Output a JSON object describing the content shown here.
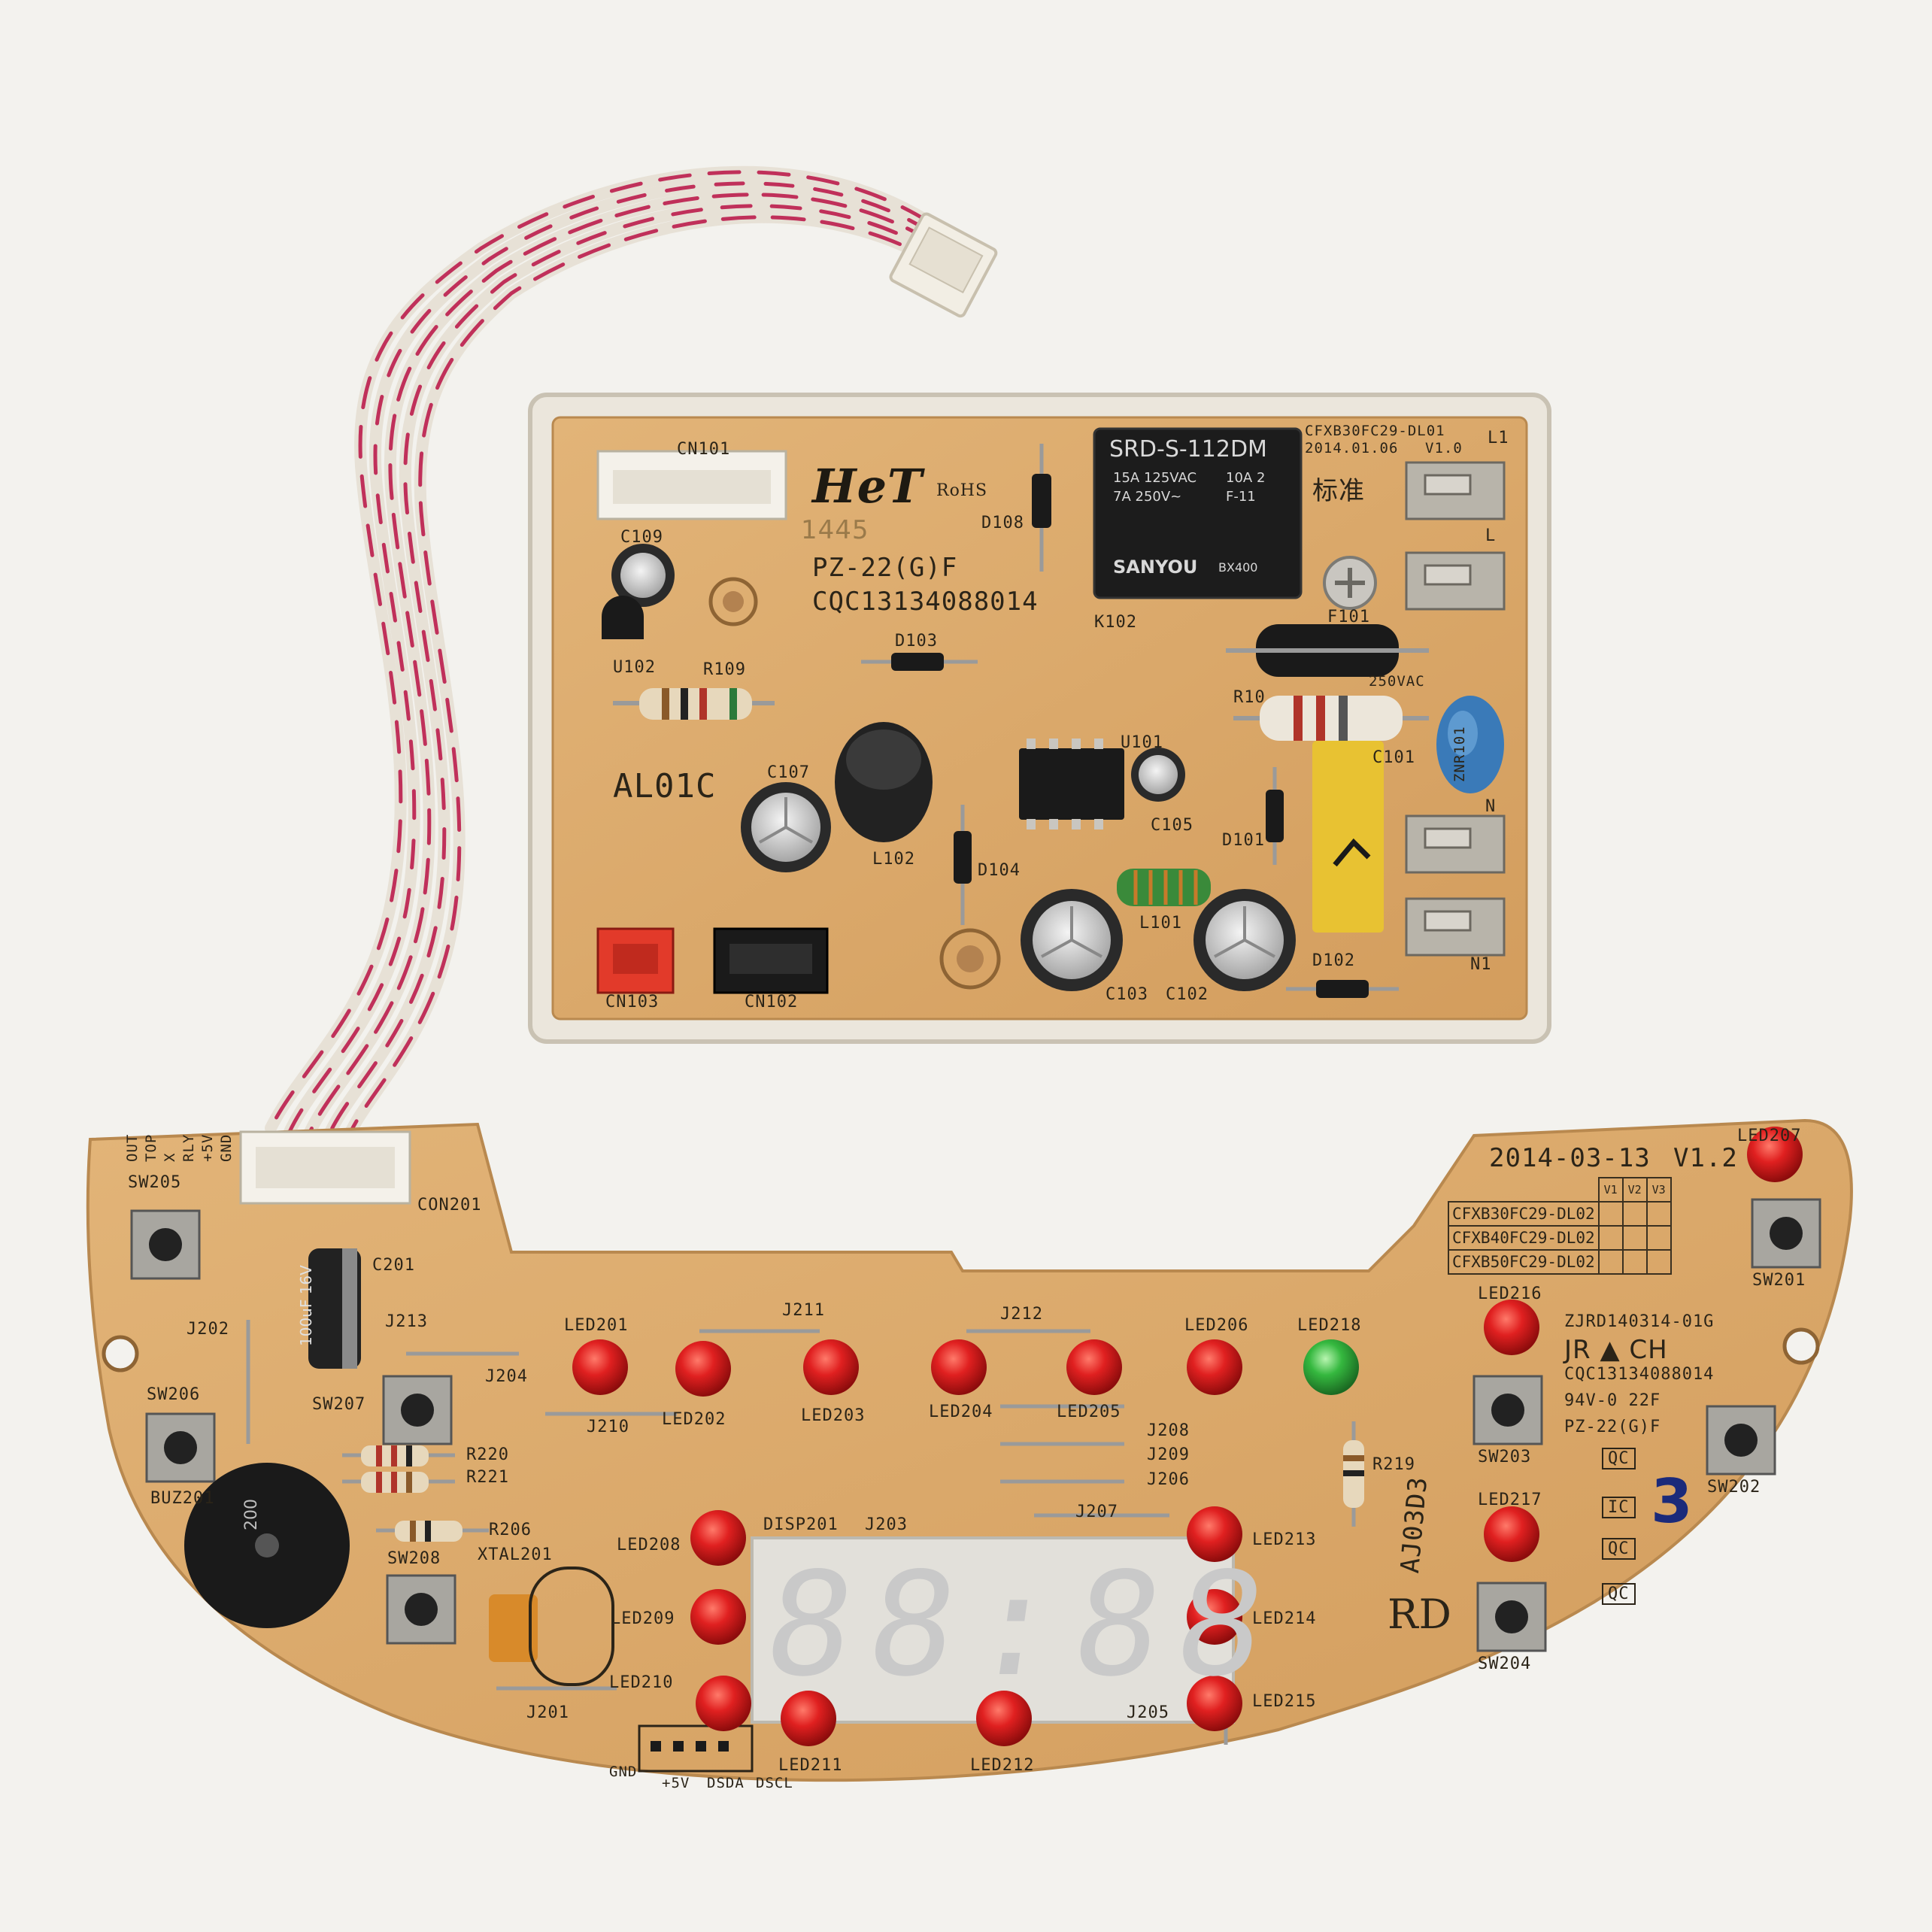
{
  "power_board": {
    "brand": "HeT",
    "rohs": "RoHS",
    "handwritten": "1445",
    "model": "PZ-22(G)F",
    "cert": "CQC13134088014",
    "batch": "AL01C",
    "standard": "标准",
    "relay": {
      "model": "SRD-S-112DM",
      "line1": "15A 125VAC",
      "line2": "7A 250V~",
      "line3": "10A 2",
      "line4": "F-11",
      "brand": "SANYOU",
      "code": "BX400"
    },
    "version": {
      "code": "CFXB30FC29-DL01",
      "date": "2014.01.06",
      "rev": "V1.0"
    },
    "labels": [
      "CN101",
      "C109",
      "U102",
      "R109",
      "D103",
      "D108",
      "K102",
      "L1",
      "L",
      "F101",
      "R10",
      "250VAC",
      "C101",
      "ZNR101",
      "N",
      "D101",
      "C107",
      "L102",
      "D104",
      "U101",
      "C105",
      "L101",
      "C103",
      "C102",
      "D102",
      "N1",
      "CN103",
      "CN102"
    ]
  },
  "control_board": {
    "date": "2014-03-13",
    "rev": "V1.2",
    "table": {
      "headers": [
        "V1",
        "V2",
        "V3"
      ],
      "rows": [
        "CFXB30FC29-DL02",
        "CFXB40FC29-DL02",
        "CFXB50FC29-DL02"
      ]
    },
    "part_no": "ZJRD140314-01G",
    "jr_line": "JR ▲ CH",
    "cert": "CQC13134088014",
    "rating": "94V-0 22F",
    "model": "PZ-22(G)F",
    "display": "88:88",
    "rd": "RD",
    "aj": "AJ03D3",
    "qc": [
      "QC",
      "IC",
      "QC",
      "QC"
    ],
    "handwritten": "3",
    "cap_label": "100uF 16V",
    "buzzer_label": "200",
    "header_pins": [
      "GND",
      "+5V",
      "DSDA",
      "DSCL"
    ],
    "connector_pins": [
      "OUT",
      "TOP",
      "X",
      "RLY",
      "+5V",
      "GND"
    ],
    "labels": [
      "SW205",
      "CON201",
      "C201",
      "J202",
      "J213",
      "SW206",
      "SW207",
      "J204",
      "J210",
      "LED201",
      "LED202",
      "J211",
      "LED203",
      "J212",
      "LED204",
      "LED205",
      "LED206",
      "LED218",
      "R220",
      "R221",
      "R206",
      "XTAL201",
      "BUZ201",
      "SW208",
      "J208",
      "J209",
      "J206",
      "R219",
      "LED208",
      "DISP201",
      "J203",
      "J207",
      "LED213",
      "LED209",
      "LED214",
      "LED210",
      "J201",
      "LED211",
      "LED212",
      "J205",
      "LED215",
      "LED207",
      "SW201",
      "LED216",
      "SW203",
      "SW202",
      "LED217",
      "SW204"
    ]
  },
  "colors": {
    "pcb": "#d9a86a",
    "led_red": "#d81f1f",
    "led_green": "#2fae3a",
    "casing": "#ebe6dc",
    "wire_stripe": "#c0305a"
  }
}
